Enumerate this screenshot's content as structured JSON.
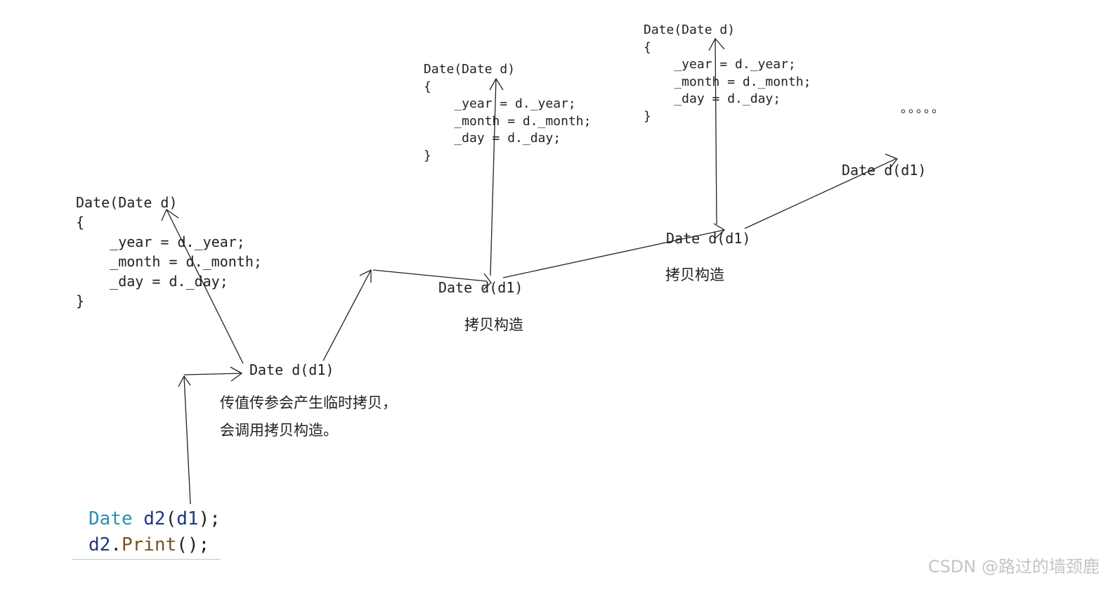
{
  "code_blocks": [
    {
      "lines": [
        "Date(Date d)",
        "{",
        "    _year = d._year;",
        "    _month = d._month;",
        "    _day = d._day;",
        "}"
      ]
    },
    {
      "lines": [
        "Date(Date d)",
        "{",
        "    _year = d._year;",
        "    _month = d._month;",
        "    _day = d._day;",
        "}"
      ]
    },
    {
      "lines": [
        "Date(Date d)",
        "{",
        "    _year = d._year;",
        "    _month = d._month;",
        "    _day = d._day;",
        "}"
      ]
    }
  ],
  "call_labels": [
    "Date d(d1)",
    "Date d(d1)",
    "Date d(d1)",
    "Date d(d1)"
  ],
  "notes": {
    "pass_by_value_line1": "传值传参会产生临时拷贝，",
    "pass_by_value_line2": "会调用拷贝构造。",
    "copy_ctor_1": "拷贝构造",
    "copy_ctor_2": "拷贝构造",
    "ellipsis": "。。。。。"
  },
  "source": {
    "line1": {
      "type": "Date",
      "var": "d2",
      "open": "(",
      "arg": "d1",
      "close": ");"
    },
    "line2": {
      "obj": "d2",
      "dot": ".",
      "method": "Print",
      "rest": "();"
    }
  },
  "watermark": "CSDN @路过的墙颈鹿",
  "colors": {
    "type": "#2b91af",
    "identifier": "#1f377f",
    "method": "#74531f",
    "ink": "#222222",
    "watermark": "#c4c4c4"
  }
}
